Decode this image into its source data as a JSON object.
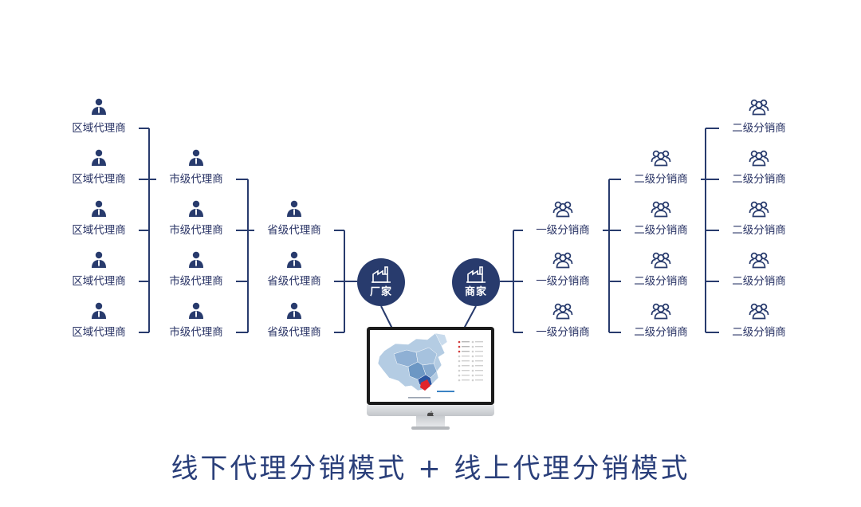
{
  "title": "线下代理分销模式 + 线上代理分销模式",
  "colors": {
    "line": "#283b6d",
    "node_text": "#2a3466",
    "hub_fill": "#283b6d",
    "title": "#2a3f7a"
  },
  "offline": {
    "regional": [
      "区域代理商",
      "区域代理商",
      "区域代理商",
      "区域代理商",
      "区域代理商"
    ],
    "city": [
      "市级代理商",
      "市级代理商",
      "市级代理商",
      "市级代理商"
    ],
    "provincial": [
      "省级代理商",
      "省级代理商",
      "省级代理商"
    ],
    "icon": "agent-person-icon"
  },
  "hubs": {
    "factory": "厂家",
    "merchant": "商家",
    "icon": "factory-icon"
  },
  "online": {
    "level1": [
      "一级分销商",
      "一级分销商",
      "一级分销商"
    ],
    "level2": [
      "二级分销商",
      "二级分销商",
      "二级分销商",
      "二级分销商"
    ],
    "level2_outer": [
      "二级分销商",
      "二级分销商",
      "二级分销商",
      "二级分销商",
      "二级分销商"
    ],
    "icon": "group-people-icon"
  },
  "monitor": {
    "content": "china-map-dashboard",
    "logo": "apple-logo-icon"
  }
}
